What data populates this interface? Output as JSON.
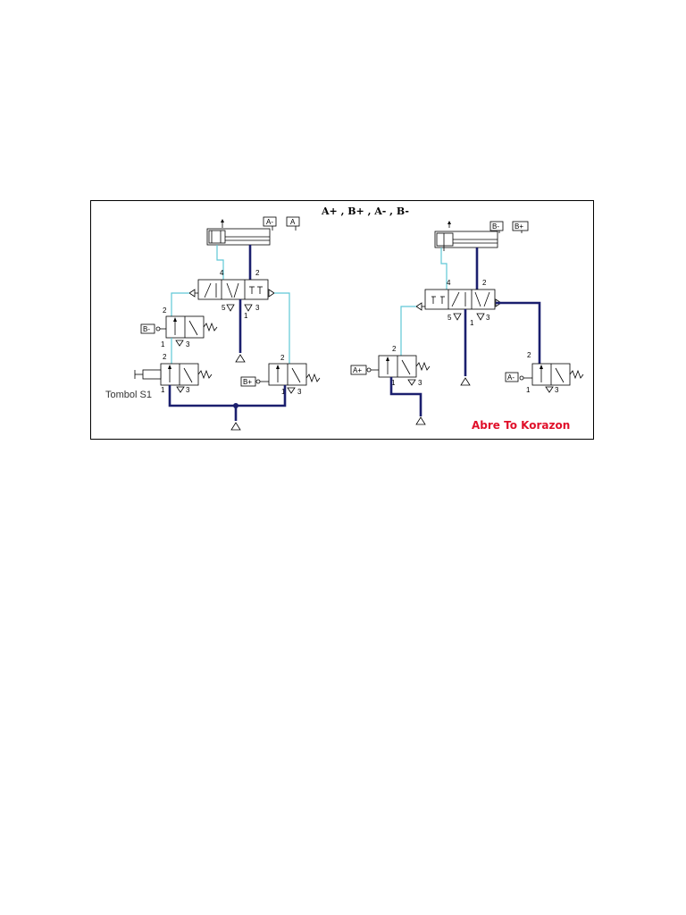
{
  "diagram": {
    "title": "A+ , B+ , A- , B-",
    "signature": "Abre To Korazon",
    "left_circuit": {
      "button_caption": "Tombol S1",
      "cylinder_sensor_labels": [
        "A-",
        "A"
      ],
      "signal_labels": [
        "B-",
        "B+"
      ],
      "port_labels": {
        "p4": "4",
        "p2": "2",
        "p5": "5",
        "p3": "3",
        "p1": "1"
      }
    },
    "right_circuit": {
      "cylinder_sensor_labels": [
        "B-",
        "B+"
      ],
      "signal_labels": [
        "A+",
        "A-"
      ],
      "port_labels": {
        "p4": "4",
        "p2": "2",
        "p5": "5",
        "p3": "3",
        "p1": "1"
      }
    },
    "colors": {
      "pressure_line": "#1b1f6e",
      "pilot_line": "#5fc8d6",
      "signature": "#e0102a"
    }
  }
}
